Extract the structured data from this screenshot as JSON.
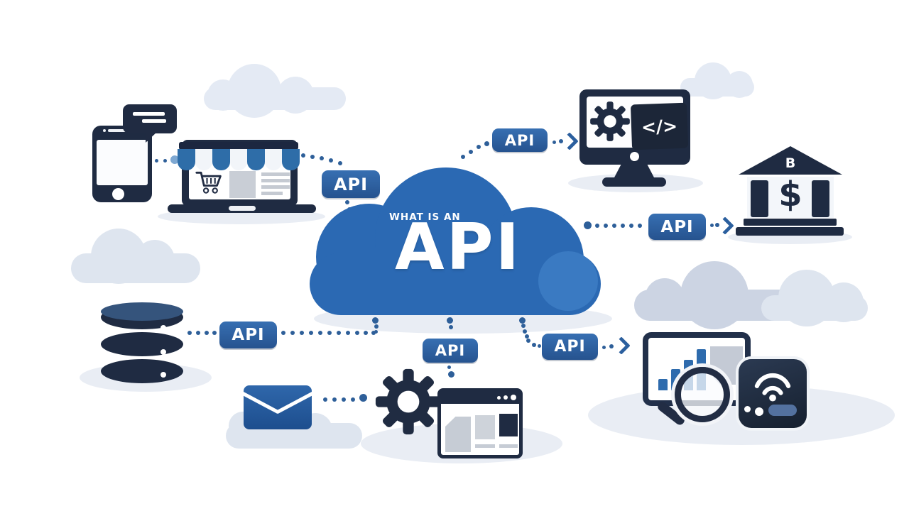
{
  "illustration": {
    "kicker": "WHAT IS AN",
    "title": "API"
  },
  "badges": {
    "store_to_cloud": "API",
    "cloud_to_devtools": "API",
    "cloud_to_bank": "API",
    "database_to_cloud": "API",
    "cloud_to_webapp": "API",
    "cloud_to_analytics": "API"
  },
  "devtools_monitor": {
    "code_glyph": "</>"
  },
  "bank": {
    "pediment_letter": "B",
    "dollar_sign": "$"
  },
  "icon_names": [
    "smartphone-icon",
    "chat-bubble-icon",
    "online-store-laptop-icon",
    "awning-icon",
    "shopping-cart-icon",
    "devtools-monitor-icon",
    "gear-icon",
    "code-icon",
    "bank-icon",
    "database-icon",
    "email-envelope-icon",
    "web-browser-icon",
    "analytics-tablet-icon",
    "bar-chart-icon",
    "magnifier-icon",
    "iot-wifi-device-icon",
    "cloud-icon"
  ],
  "colors": {
    "cloud_blue": "#2b69b3",
    "cloud_highlight": "#3a7ac2",
    "badge_blue": "#2d609f",
    "navy": "#1f2b42",
    "accent_blue": "#2e6bad",
    "dot_blue": "#2e5f99",
    "background_cloud_light": "#e4eaf4",
    "background_cloud_dark": "#ccd4e3",
    "shadow_gray": "#e9edf4",
    "placeholder_gray": "#c8cdd5"
  }
}
